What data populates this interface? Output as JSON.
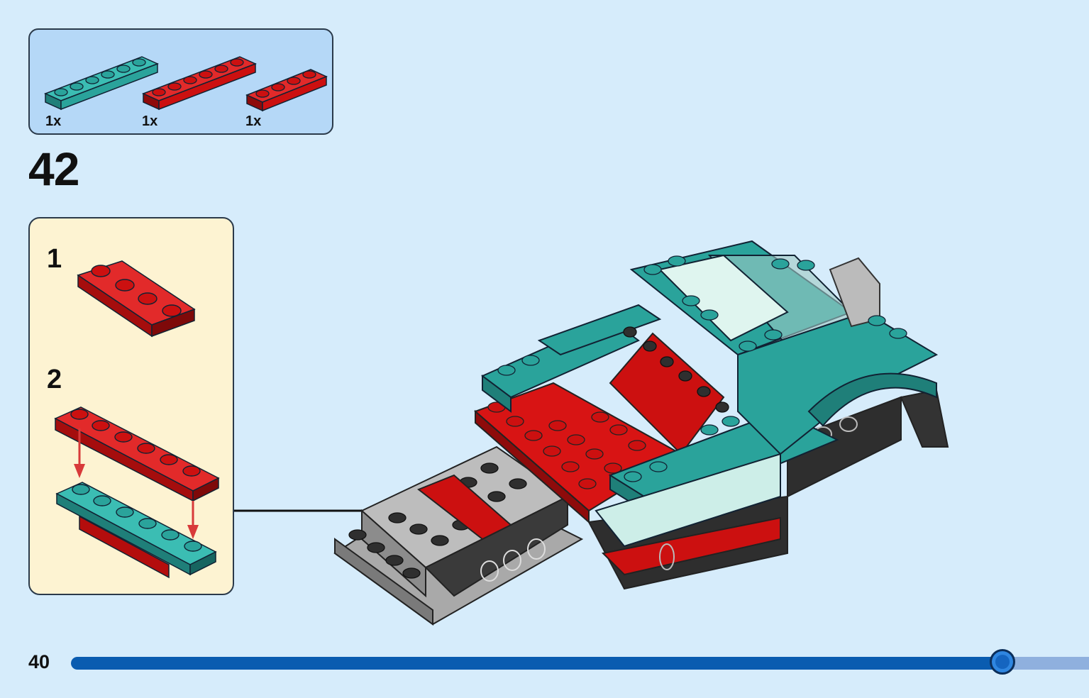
{
  "parts_list": [
    {
      "name": "teal-plate-1x6",
      "color": "#2aa39b",
      "quantity": "1x"
    },
    {
      "name": "red-plate-1x6",
      "color": "#cc1010",
      "quantity": "1x"
    },
    {
      "name": "red-plate-1x4",
      "color": "#cc1010",
      "quantity": "1x"
    }
  ],
  "step": {
    "number": "42"
  },
  "substeps": [
    {
      "label": "1"
    },
    {
      "label": "2"
    }
  ],
  "colors": {
    "background": "#d6ecfb",
    "parts_box": "#b5d8f7",
    "sub_box": "#fdf3d2",
    "teal": "#2aa39b",
    "red": "#cc1010",
    "gray": "#9a9a9a",
    "dark": "#333333",
    "progress": "#0a5cb0"
  },
  "footer": {
    "page_number": "40",
    "progress_fraction": 0.915
  }
}
